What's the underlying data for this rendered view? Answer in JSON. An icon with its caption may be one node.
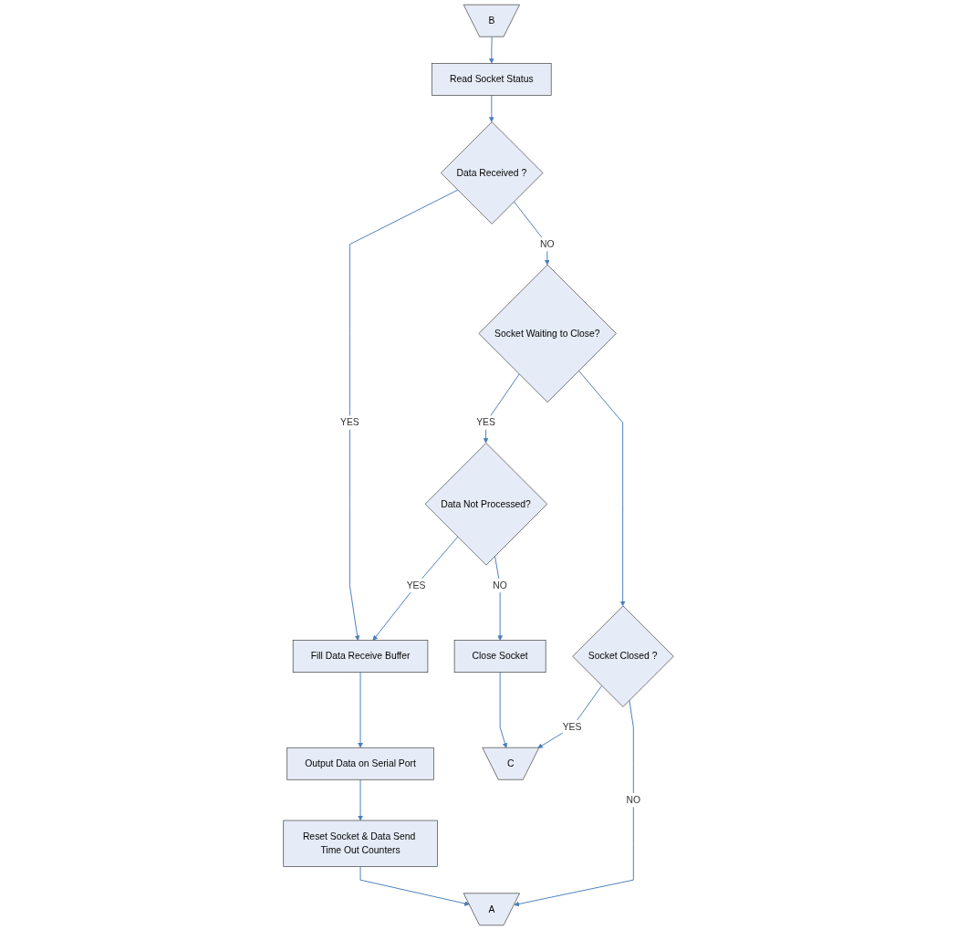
{
  "diagram": {
    "nodes": [
      {
        "text": [
          "B"
        ]
      },
      {
        "text": [
          "Read Socket Status"
        ]
      },
      {
        "text": [
          "Data Received ?"
        ]
      },
      {
        "text": [
          "Fill Data Receive Buffer"
        ]
      },
      {
        "text": [
          "Output Data on Serial Port"
        ]
      },
      {
        "text": [
          "Reset Socket & Data Send Time Out Counters"
        ]
      },
      {
        "text": [
          "Socket Waiting to Close?"
        ]
      },
      {
        "text": [
          "Data Not Processed?"
        ]
      },
      {
        "text": [
          "Close Socket"
        ]
      },
      {
        "text": [
          "Socket Closed ?"
        ]
      },
      {
        "text": [
          "C"
        ]
      },
      {
        "text": [
          "A"
        ]
      }
    ],
    "edges": [
      {
        "from": 0,
        "to": 1,
        "arrow": "to"
      },
      {
        "from": 1,
        "to": 2,
        "arrow": "to"
      },
      {
        "from": 2,
        "to": 3,
        "arrow": "to",
        "label": "YES"
      },
      {
        "from": 3,
        "to": 4,
        "arrow": "to"
      },
      {
        "from": 4,
        "to": 5,
        "arrow": "to"
      },
      {
        "from": 5,
        "to": 11,
        "arrow": "to"
      },
      {
        "from": 2,
        "to": 6,
        "arrow": "to",
        "label": "NO"
      },
      {
        "from": 6,
        "to": 7,
        "arrow": "to",
        "label": "YES"
      },
      {
        "from": 7,
        "to": 3,
        "arrow": "to",
        "label": "YES"
      },
      {
        "from": 7,
        "to": 8,
        "arrow": "to",
        "label": "NO"
      },
      {
        "from": 8,
        "to": 10,
        "arrow": "to"
      },
      {
        "from": 6,
        "to": 9,
        "arrow": "to"
      },
      {
        "from": 9,
        "to": 10,
        "arrow": "to",
        "label": "YES"
      },
      {
        "from": 9,
        "to": 11,
        "arrow": "to",
        "label": "NO"
      }
    ]
  }
}
